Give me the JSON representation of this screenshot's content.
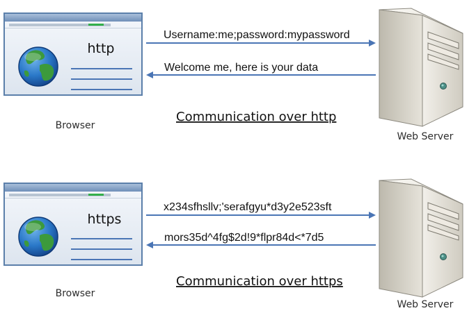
{
  "colors": {
    "arrow": "#4a75b5",
    "caption": "#111111",
    "window_frame": "#5b7faa",
    "window_body": "#e9eef4",
    "server_body": "#d9d6cc"
  },
  "panels": [
    {
      "protocol_label": "http",
      "request_text": "Username:me;password:mypassword",
      "response_text": "Welcome me, here is your data",
      "caption": "Communication over http",
      "browser_label": "Browser",
      "server_label": "Web Server"
    },
    {
      "protocol_label": "https",
      "request_text": "x234sfhsllv;'serafgyu*d3y2e523sft",
      "response_text": "mors35d^4fg$2d!9*flpr84d<*7d5",
      "caption": "Communication over https",
      "browser_label": "Browser",
      "server_label": "Web Server"
    }
  ],
  "icons": {
    "browser": "browser-window-icon",
    "globe": "globe-icon",
    "server": "server-tower-icon"
  }
}
